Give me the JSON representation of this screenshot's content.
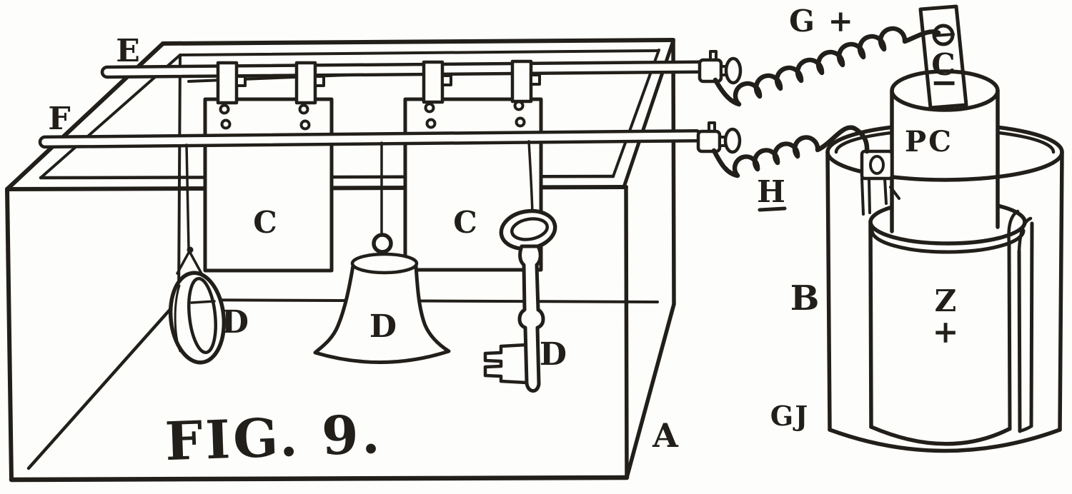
{
  "figure": {
    "caption": "FIG. 9.",
    "tank": {
      "label": "A",
      "rods": {
        "anode_rod_label": "E",
        "object_rod_label": "F"
      },
      "anode_plates": [
        {
          "label": "C"
        },
        {
          "label": "C"
        }
      ],
      "objects": [
        {
          "type": "ring",
          "label": "D"
        },
        {
          "type": "bell",
          "label": "D"
        },
        {
          "type": "key",
          "label": "D"
        }
      ]
    },
    "wires": {
      "positive_label": "G +",
      "negative_label": "H"
    },
    "cell": {
      "carbon": {
        "label": "C",
        "sign": "−"
      },
      "porous_cup": {
        "label": "PC"
      },
      "zinc": {
        "label": "Z",
        "sign": "+"
      },
      "jar": {
        "label": "B"
      },
      "jar_bottom": {
        "label": "GJ"
      }
    },
    "colors": {
      "ink": "#221f1b",
      "paper": "#fdfdfb"
    }
  }
}
